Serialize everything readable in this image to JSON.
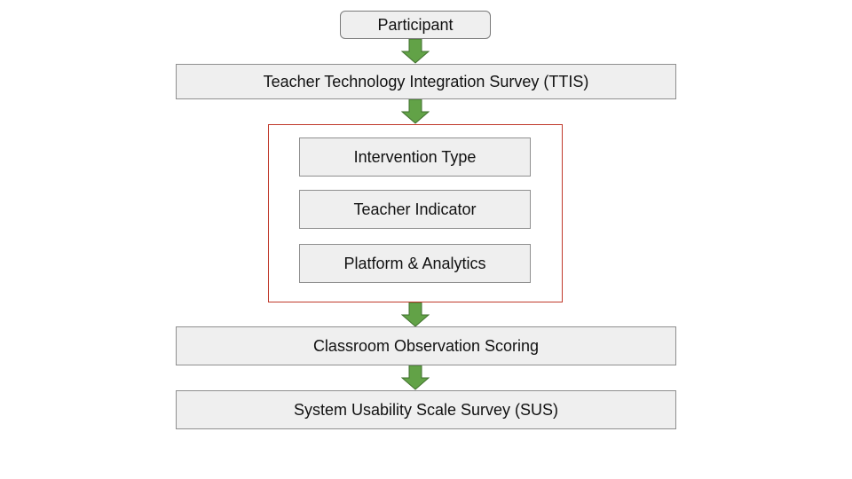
{
  "diagram": {
    "nodes": {
      "participant": "Participant",
      "ttis": "Teacher Technology Integration Survey (TTIS)",
      "intervention_type": "Intervention Type",
      "teacher_indicator": "Teacher Indicator",
      "platform_analytics": "Platform & Analytics",
      "classroom_observation": "Classroom Observation Scoring",
      "sus": "System Usability Scale Survey (SUS)"
    },
    "colors": {
      "box_fill": "#efefef",
      "box_border": "#8f8f8f",
      "group_border": "#c0392b",
      "arrow_fill": "#62a247",
      "arrow_stroke": "#3f6f2c"
    },
    "edges": [
      {
        "from": "participant",
        "to": "ttis"
      },
      {
        "from": "ttis",
        "to": "intervention-group"
      },
      {
        "from": "intervention-group",
        "to": "classroom_observation"
      },
      {
        "from": "classroom_observation",
        "to": "sus"
      }
    ]
  }
}
